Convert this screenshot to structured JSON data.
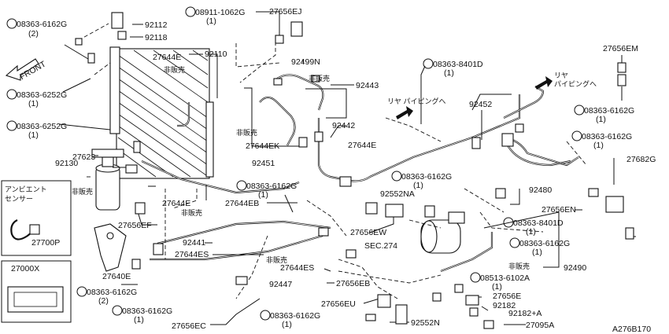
{
  "diagram_id": "A276B170",
  "front_label": "FRONT",
  "bolt_codes": {
    "b6162": "08363-6162G",
    "b6252": "08363-6252G",
    "b8401": "08363-8401D",
    "n1062": "08911-1062G",
    "s6102": "08513-6102A"
  },
  "quantities": {
    "q1": "(1)",
    "q2": "(2)"
  },
  "parts": {
    "p92112": "92112",
    "p92118": "92118",
    "p92110": "92110",
    "p27644E": "27644E",
    "p27656EJ": "27656EJ",
    "p92499N": "92499N",
    "p92443": "92443",
    "p92442": "92442",
    "p27644EK": "27644EK",
    "p92451": "92451",
    "p92452": "92452",
    "p27656EM": "27656EM",
    "p92130": "92130",
    "p27623": "27623",
    "p27656EF": "27656EF",
    "p92441": "92441",
    "p27644EB": "27644EB",
    "p27644ES": "27644ES",
    "p92552NA": "92552NA",
    "p27656EW": "27656EW",
    "p92480": "92480",
    "p27682G": "27682G",
    "p27656EN": "27656EN",
    "p27700P": "27700P",
    "p27000X": "27000X",
    "p27640E": "27640E",
    "p92447": "92447",
    "p27656EB": "27656EB",
    "p27656EU": "27656EU",
    "p92552N": "92552N",
    "p27656EC": "27656EC",
    "p92490": "92490",
    "p27656E": "27656E",
    "p92182": "92182",
    "p92182A": "92182+A",
    "p27095A": "27095A"
  },
  "notes": {
    "not_sold": "非販売",
    "rear_piping": "リヤ パイピングへ",
    "rear_piping_l1": "リヤ",
    "rear_piping_l2": "パイピングへ",
    "ambient_l1": "アンビエント",
    "ambient_l2": "センサー",
    "sec274": "SEC.274"
  }
}
